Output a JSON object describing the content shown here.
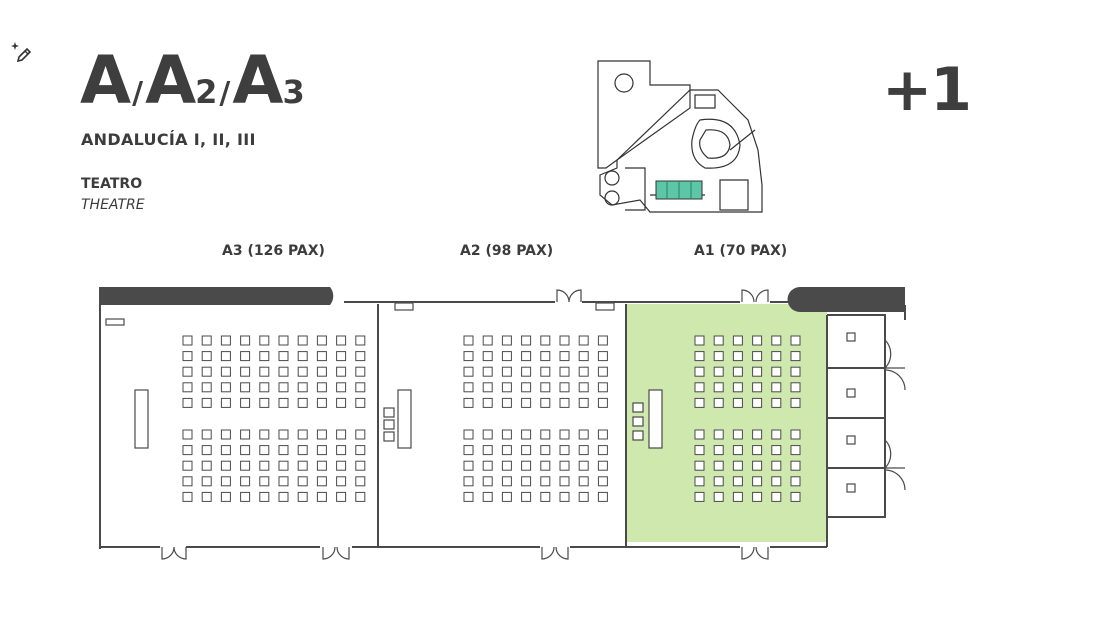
{
  "title": {
    "main": "A",
    "slash1": "/",
    "a2_letter": "A",
    "a2_num": "2",
    "slash2": "/",
    "a3_letter": "A",
    "a3_num": "3"
  },
  "subtitle": "ANDALUCÍA I, II, III",
  "layout": {
    "spanish": "TEATRO",
    "english": "THEATRE"
  },
  "floor": "+1",
  "rooms": [
    {
      "id": "A3",
      "label": "A3 (126 PAX)",
      "highlighted": false
    },
    {
      "id": "A2",
      "label": "A2 (98 PAX)",
      "highlighted": false
    },
    {
      "id": "A1",
      "label": "A1 (70 PAX)",
      "highlighted": true
    }
  ],
  "colors": {
    "highlight": "#cfe8ae",
    "walls": "#4a4a4a",
    "minimap_accent": "#5cc6a6"
  },
  "icons": {
    "tool": "magic-pen-icon"
  }
}
